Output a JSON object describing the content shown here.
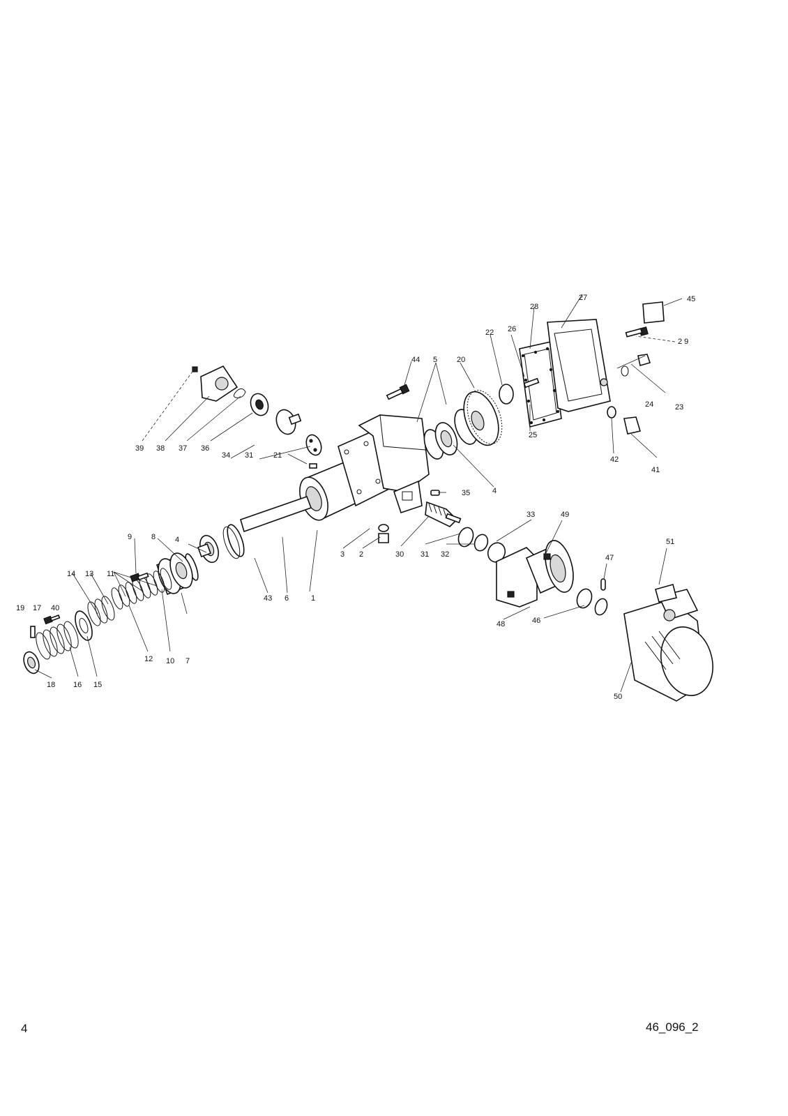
{
  "page": {
    "page_number": "4",
    "drawing_code": "46_096_2"
  },
  "callouts": {
    "c1": "1",
    "c2": "2",
    "c3": "3",
    "c4a": "4",
    "c4b": "4",
    "c5": "5",
    "c6": "6",
    "c7": "7",
    "c8": "8",
    "c9": "9",
    "c10": "10",
    "c11": "11",
    "c12": "12",
    "c13": "13",
    "c14": "14",
    "c15": "15",
    "c16": "16",
    "c17": "17",
    "c18": "18",
    "c19": "19",
    "c20": "20",
    "c21": "21",
    "c22": "22",
    "c23": "23",
    "c24": "24",
    "c25": "25",
    "c26": "26",
    "c27": "27",
    "c28": "28",
    "c29": "2 9",
    "c30": "30",
    "c31a": "31",
    "c31b": "31",
    "c32": "32",
    "c33": "33",
    "c34": "34",
    "c35": "35",
    "c36": "36",
    "c37": "37",
    "c38": "38",
    "c39": "39",
    "c40": "40",
    "c41": "41",
    "c42": "42",
    "c43": "43",
    "c44": "44",
    "c45": "45",
    "c46": "46",
    "c47": "47",
    "c48": "48",
    "c49": "49",
    "c50": "50",
    "c51": "51"
  }
}
